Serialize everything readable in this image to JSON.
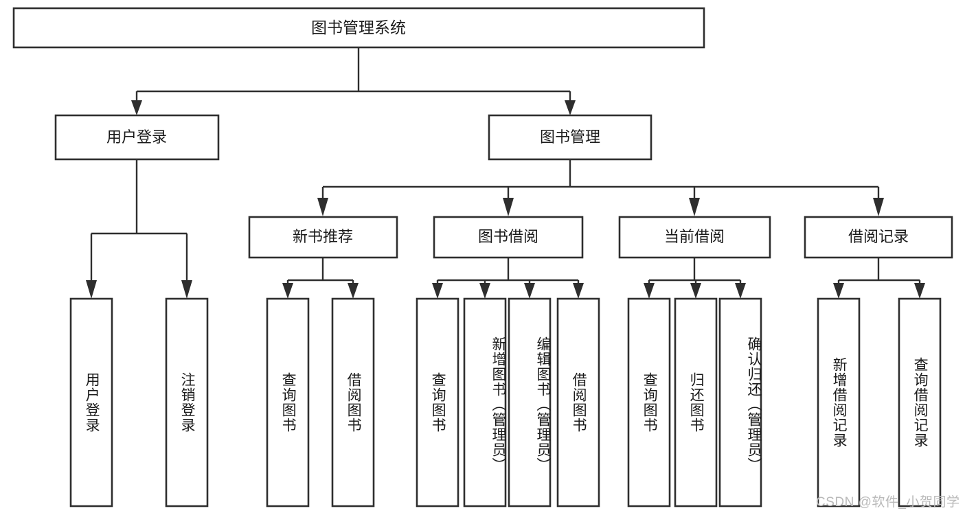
{
  "diagram": {
    "type": "tree",
    "title_node": {
      "label": "图书管理系统"
    },
    "level2": [
      {
        "label": "用户登录"
      },
      {
        "label": "图书管理"
      }
    ],
    "level3": [
      {
        "label": "新书推荐"
      },
      {
        "label": "图书借阅"
      },
      {
        "label": "当前借阅"
      },
      {
        "label": "借阅记录"
      }
    ],
    "leaves": {
      "user_login": [
        {
          "label": "用户登录"
        },
        {
          "label": "注销登录"
        }
      ],
      "new_book_recommend": [
        {
          "label": "查询图书"
        },
        {
          "label": "借阅图书"
        }
      ],
      "book_borrow": [
        {
          "label": "查询图书"
        },
        {
          "label": "新增图书（管理员）"
        },
        {
          "label": "编辑图书（管理员）"
        },
        {
          "label": "借阅图书"
        }
      ],
      "current_borrow": [
        {
          "label": "查询图书"
        },
        {
          "label": "归还图书"
        },
        {
          "label": "确认归还（管理员）"
        }
      ],
      "borrow_record": [
        {
          "label": "新增借阅记录"
        },
        {
          "label": "查询借阅记录"
        }
      ]
    }
  },
  "watermark": {
    "text": "CSDN @软件_小贺同学"
  },
  "colors": {
    "stroke": "#2e2e2e",
    "fill": "#ffffff",
    "text": "#1a1a1a",
    "watermark": "#b9b9b9"
  }
}
